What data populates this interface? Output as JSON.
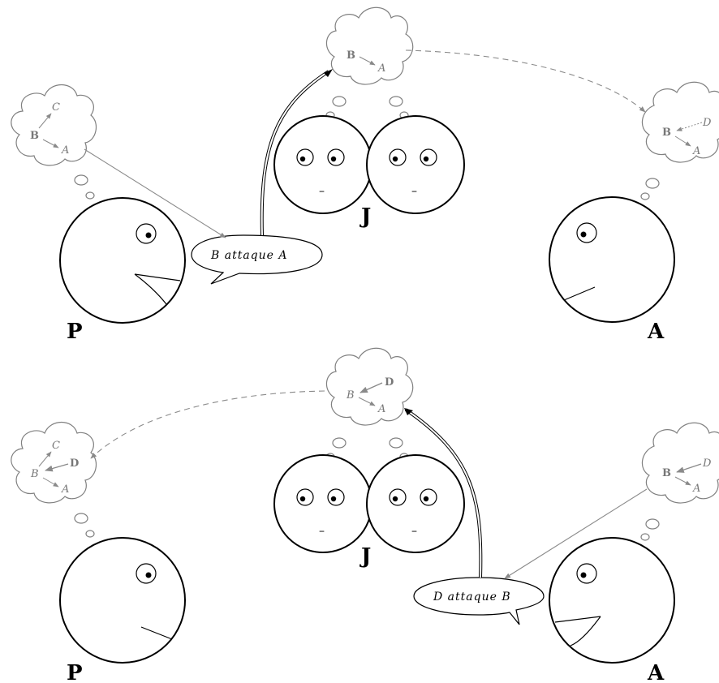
{
  "agents": {
    "proponent": "P",
    "jury": "J",
    "opponent": "A"
  },
  "arguments": {
    "A": "A",
    "B": "B",
    "C": "C",
    "D": "D"
  },
  "jury_mouth": "–",
  "speech": {
    "top": "B attaque A",
    "bottom": "D attaque B"
  },
  "colors": {
    "stroke": "#000000",
    "thought": "#808080",
    "arrow_gray": "#8a8a8a"
  }
}
